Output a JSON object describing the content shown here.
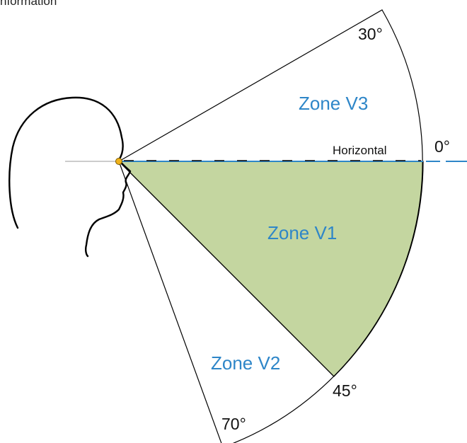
{
  "top_text": "nformation",
  "zones": {
    "v1": "Zone V1",
    "v2": "Zone V2",
    "v3": "Zone V3"
  },
  "angles": {
    "a30": "30°",
    "a0": "0°",
    "a45": "45°",
    "a70": "70°"
  },
  "horizontal_label": "Horizontal",
  "colors": {
    "zone_v1_fill": "#c4d6a0",
    "zone_label": "#2e86c8",
    "horizontal_line": "#2e86c8",
    "eye_point": "#f0b21a"
  }
}
